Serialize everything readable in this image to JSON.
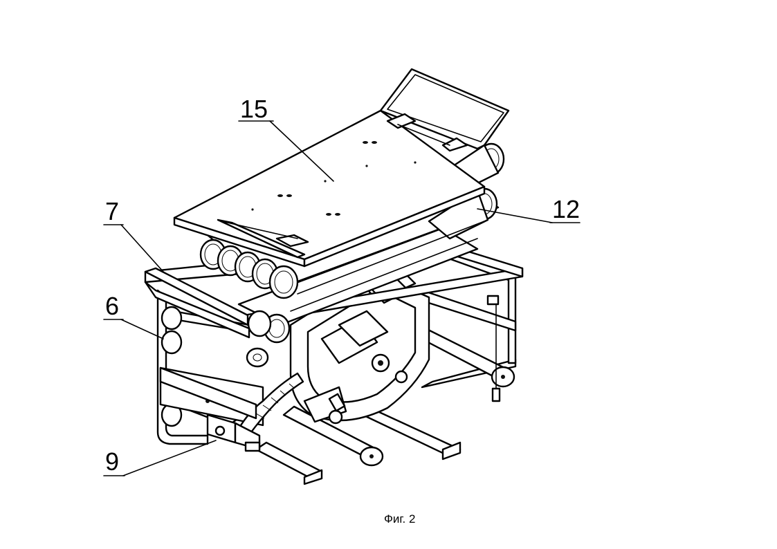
{
  "labels": {
    "n15": "15",
    "n12": "12",
    "n7": "7",
    "n6": "6",
    "n9": "9"
  },
  "caption": "Фиг. 2"
}
